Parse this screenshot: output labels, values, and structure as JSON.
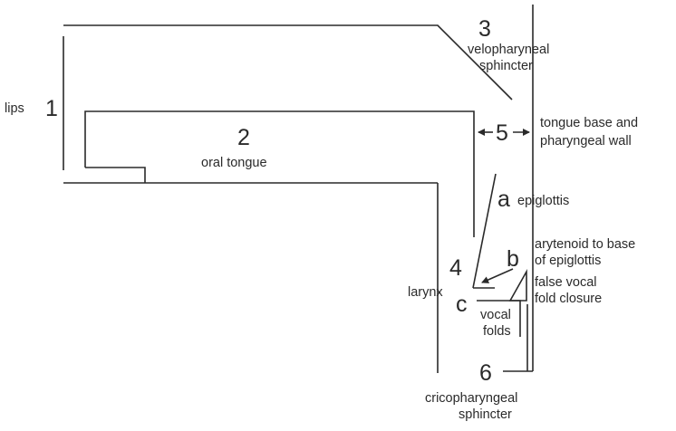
{
  "labels": {
    "n1": "1",
    "n2": "2",
    "n3": "3",
    "n4": "4",
    "n5": "5",
    "n6": "6",
    "a": "a",
    "b": "b",
    "c": "c",
    "lips": "lips",
    "oral_tongue": "oral tongue",
    "velopharyngeal_line1": "velopharyneal",
    "velopharyngeal_line2": "sphincter",
    "tongue_base_line1": "tongue base and",
    "tongue_base_line2": "pharyngeal wall",
    "epiglottis": "epiglottis",
    "arytenoid_line1": "arytenoid to base",
    "arytenoid_line2": "of epiglottis",
    "false_vocal_line1": "false vocal",
    "false_vocal_line2": "fold closure",
    "larynx": "larynx",
    "vocal_folds_line1": "vocal",
    "vocal_folds_line2": "folds",
    "cricopharyngeal_line1": "cricopharyngeal",
    "cricopharyngeal_line2": "sphincter"
  }
}
